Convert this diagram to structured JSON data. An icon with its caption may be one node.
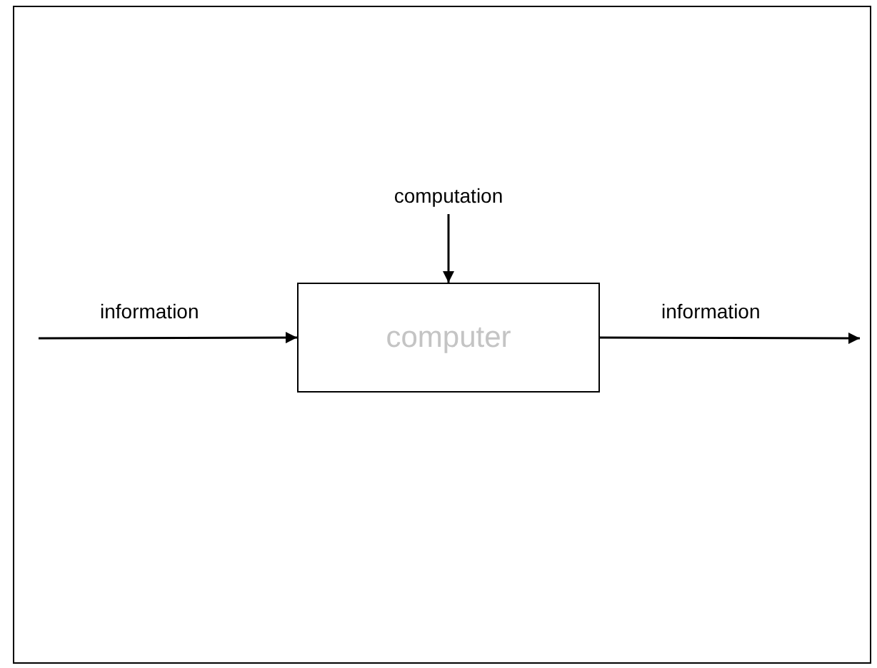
{
  "diagram": {
    "nodes": [
      {
        "text": [
          "computer"
        ]
      },
      {
        "text": [
          "computation"
        ]
      }
    ],
    "edges": [
      {
        "from": null,
        "to": 0,
        "arrow": "to",
        "label": "information"
      },
      {
        "from": 0,
        "to": null,
        "arrow": "to",
        "label": "information"
      },
      {
        "from": 1,
        "to": 0,
        "arrow": "to"
      }
    ]
  }
}
